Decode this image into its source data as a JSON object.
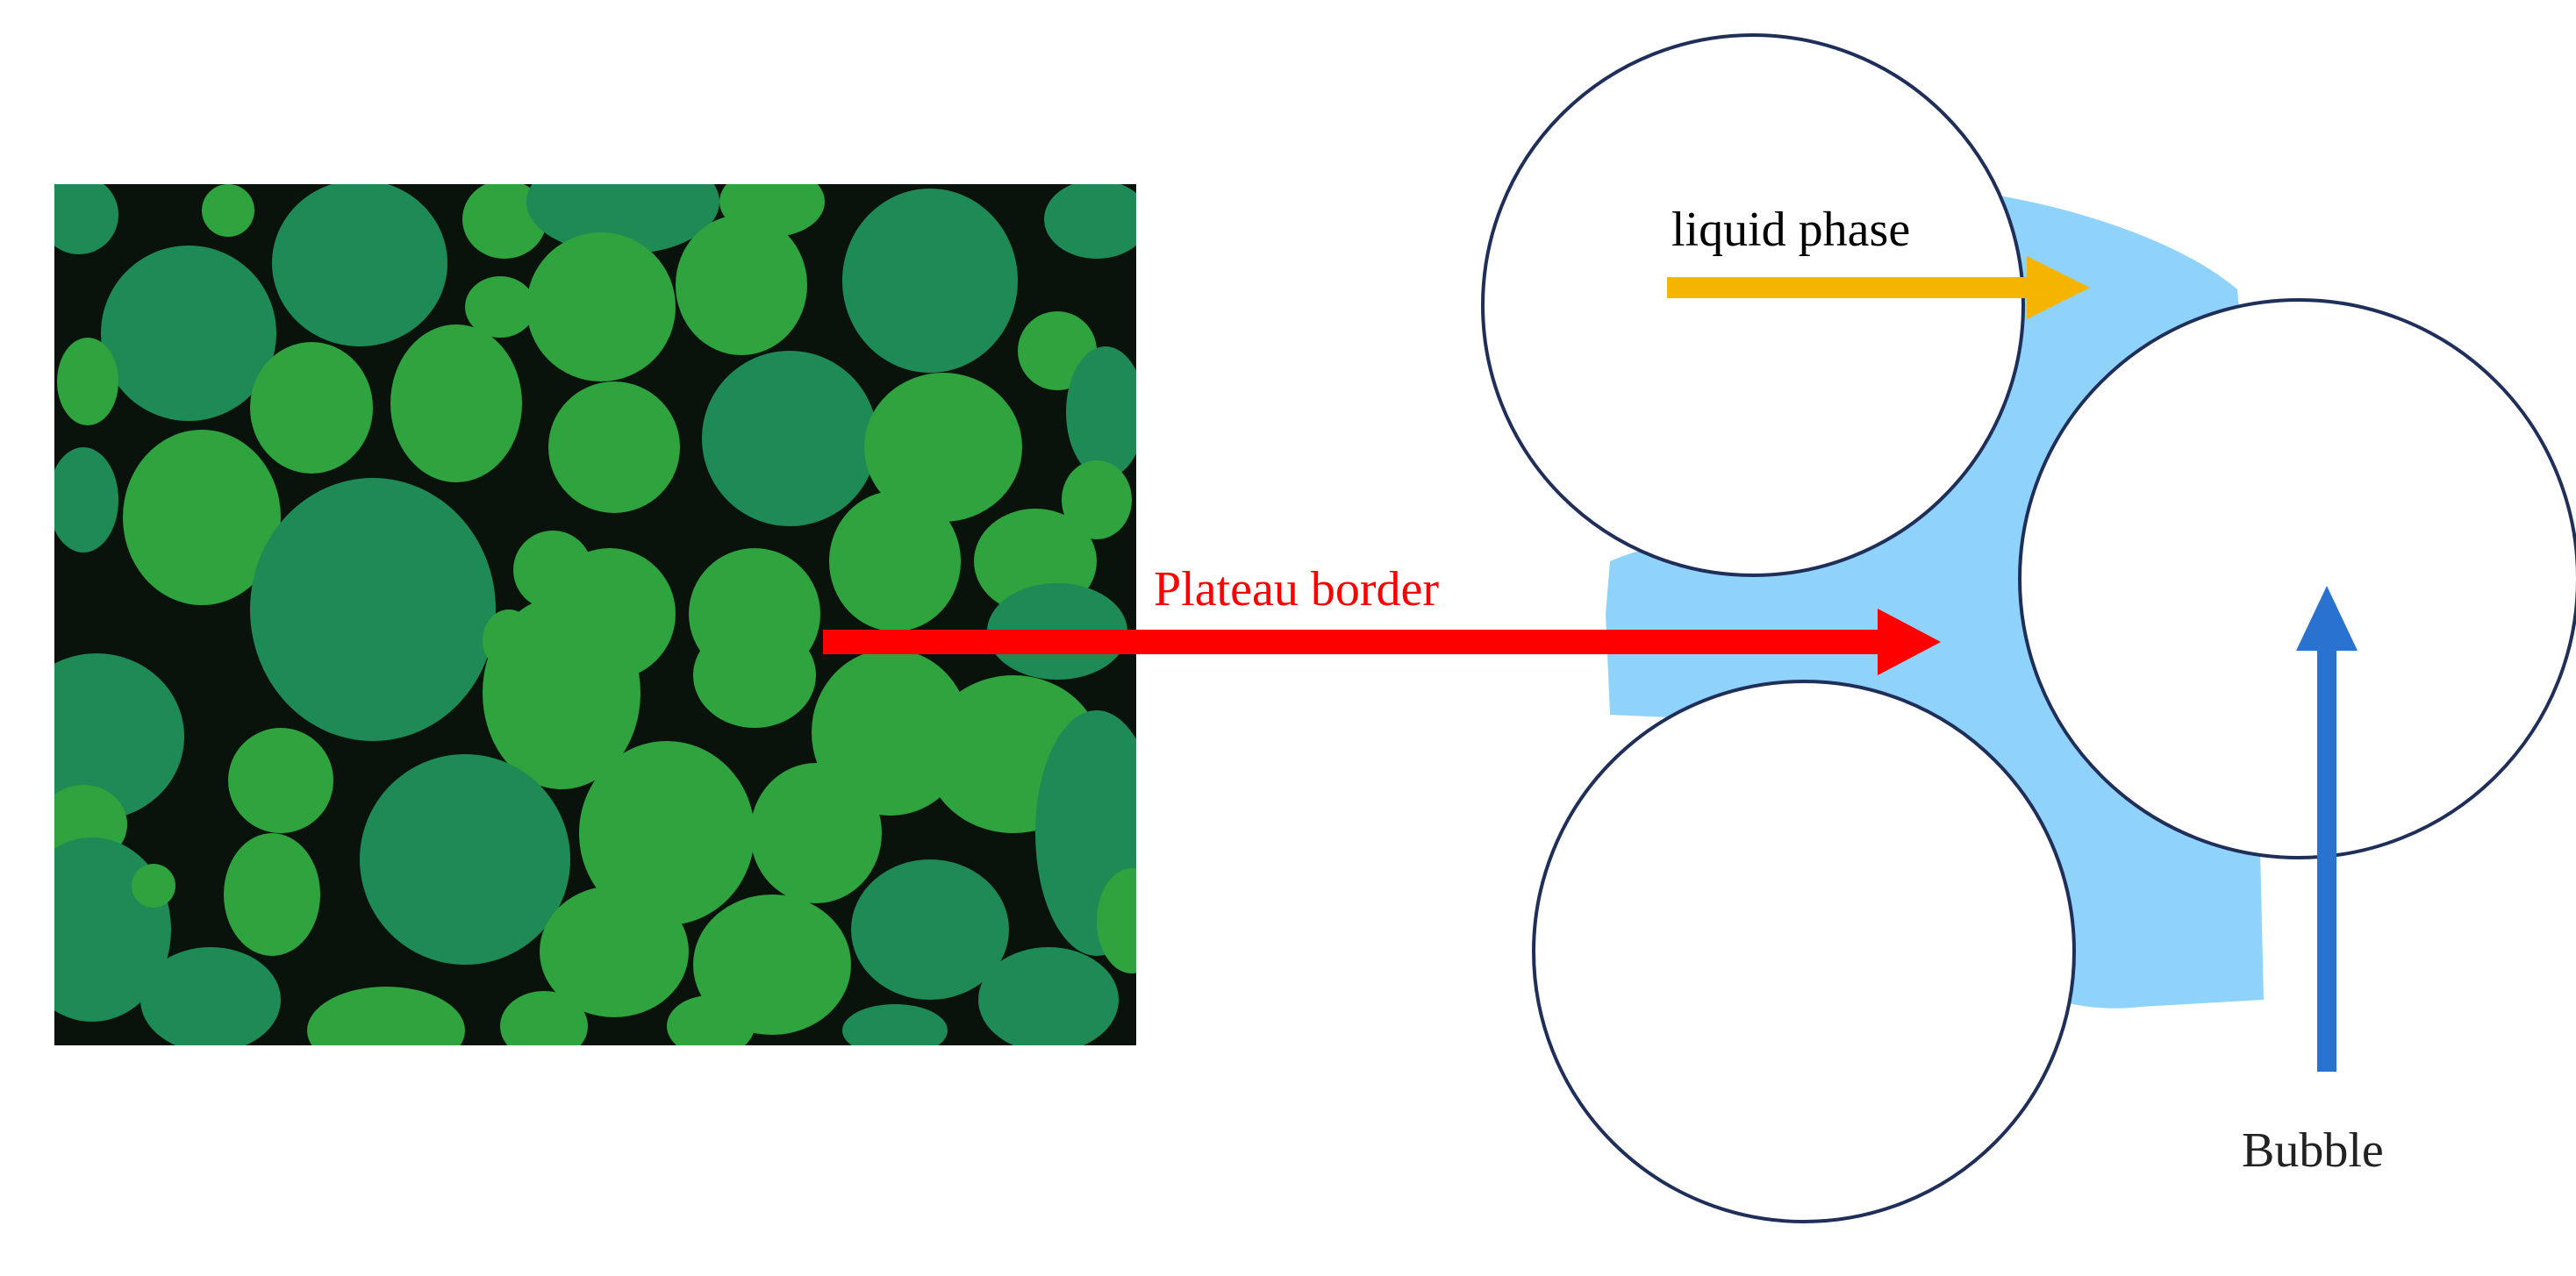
{
  "labels": {
    "liquid_phase": "liquid phase",
    "plateau_border": "Plateau border",
    "bubble": "Bubble"
  },
  "colors": {
    "micrograph_background": "#0a120c",
    "bubble_light_green": "#2ea33e",
    "bubble_teal_green": "#1e8a55",
    "liquid_phase_fill": "#8fd3fb",
    "bubble_outline": "#1f2f5a",
    "liquid_phase_arrow": "#f5b400",
    "plateau_border_arrow": "#ff0000",
    "bubble_arrow": "#2a72cf",
    "liquid_phase_text": "#000000",
    "plateau_border_text": "#ff0000",
    "bubble_text": "#222222"
  },
  "icons": {
    "micrograph": "foam-micrograph-icon",
    "liquid_arrow": "arrow-right-icon",
    "plateau_arrow": "arrow-right-icon",
    "bubble_arrow": "arrow-up-icon"
  }
}
